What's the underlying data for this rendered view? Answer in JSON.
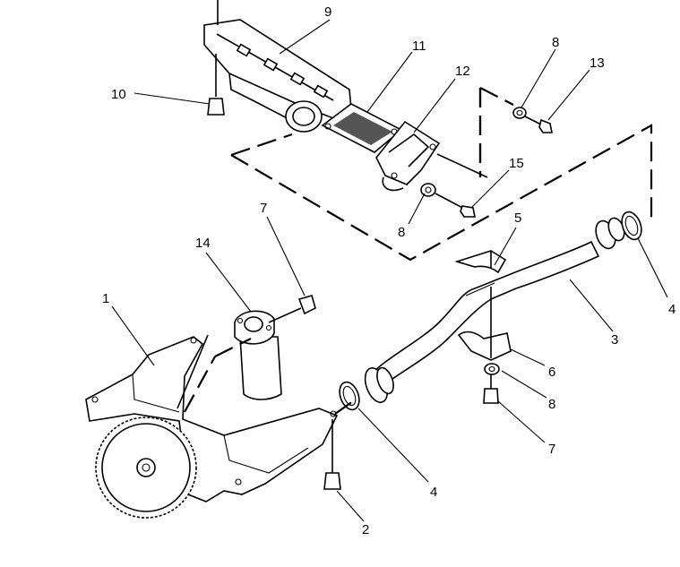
{
  "diagram": {
    "callouts": [
      {
        "id": "c1",
        "label": "1"
      },
      {
        "id": "c2",
        "label": "2"
      },
      {
        "id": "c3",
        "label": "3"
      },
      {
        "id": "c4a",
        "label": "4"
      },
      {
        "id": "c4b",
        "label": "4"
      },
      {
        "id": "c5",
        "label": "5"
      },
      {
        "id": "c6",
        "label": "6"
      },
      {
        "id": "c7a",
        "label": "7"
      },
      {
        "id": "c7b",
        "label": "7"
      },
      {
        "id": "c8a",
        "label": "8"
      },
      {
        "id": "c8b",
        "label": "8"
      },
      {
        "id": "c8c",
        "label": "8"
      },
      {
        "id": "c9",
        "label": "9"
      },
      {
        "id": "c10",
        "label": "10"
      },
      {
        "id": "c11",
        "label": "11"
      },
      {
        "id": "c12",
        "label": "12"
      },
      {
        "id": "c13",
        "label": "13"
      },
      {
        "id": "c14",
        "label": "14"
      },
      {
        "id": "c15",
        "label": "15"
      }
    ]
  }
}
